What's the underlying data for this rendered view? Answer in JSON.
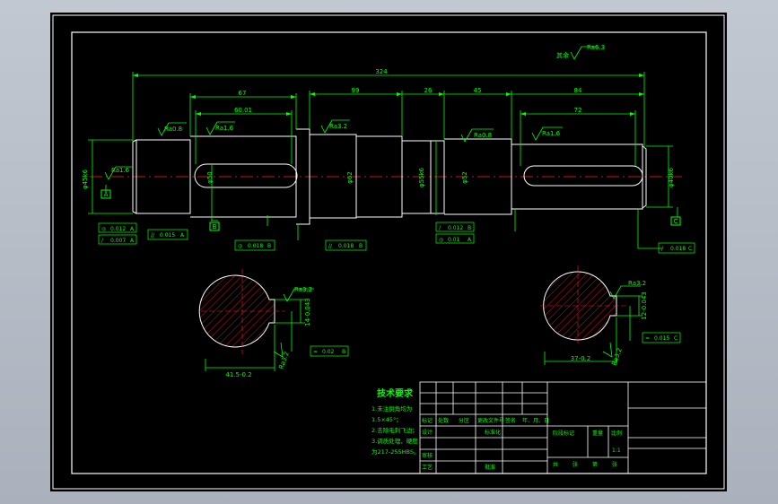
{
  "colors": {
    "background": "#000000",
    "frame": "#ffffff",
    "dimension": "#00ff00",
    "centerline": "#ff2020",
    "outline": "#ffffff"
  },
  "dims": {
    "overall": "324",
    "d67": "67",
    "d60": "60.01",
    "d99": "99",
    "d26": "26",
    "d45": "45",
    "d84": "84",
    "d72": "72",
    "left_dia": "φ45k6",
    "mid_dia_a": "φ50",
    "mid_dia_b": "φ62",
    "mid_dia_c": "φ55k6",
    "mid_dia_d": "φ52",
    "right_dia": "φ40k6",
    "sec_left_w": "41.5-0.2",
    "sec_left_h": "14-0.043",
    "sec_right_w": "37-0.2",
    "sec_right_h": "12-0.043"
  },
  "roughness": {
    "general": "Ra6.3",
    "prefix": "其余",
    "r1": "Ra0.8",
    "r2": "Ra1.6",
    "r3": "Ra3.2",
    "r4": "Ra0.8",
    "r5": "Ra1.6",
    "r6": "Ra1.6",
    "r7": "Ra3.2",
    "r8": "Ra3.2",
    "r9": "Ra3.2",
    "r10": "Ra3.2"
  },
  "datums": {
    "a": "A",
    "b": "B",
    "c": "C"
  },
  "tolerances": {
    "left1": [
      "◎",
      "0.012",
      "A"
    ],
    "left2": [
      "/",
      "0.007",
      "A"
    ],
    "key_left": [
      "//",
      "0.015",
      "A"
    ],
    "mid": [
      "◎",
      "0.018",
      "B"
    ],
    "mid2": [
      "/",
      "0.012",
      "B"
    ],
    "mid_key": [
      "//",
      "0.018",
      "B"
    ],
    "right": [
      "◎",
      "0.01",
      "A"
    ],
    "right_key": [
      "/",
      "0.018",
      "C"
    ],
    "sec_left": [
      "=",
      "0.02",
      "B"
    ],
    "sec_right": [
      "=",
      "0.015",
      "C"
    ]
  },
  "notes": {
    "title": "技术要求",
    "items": [
      "1.未注倒角均为",
      "1.5×45°；",
      "2.去除毛刺飞边；",
      "3.调质处理，硬度",
      "为217-255HBS。"
    ]
  },
  "titleblock": {
    "h1": "标记",
    "h2": "处数",
    "h3": "分区",
    "h4": "更改文件号",
    "h5": "签名",
    "h6": "年、月、日",
    "r1": "设计",
    "r2": "标准化",
    "r3": "审核",
    "r4": "工艺",
    "r5": "批准",
    "s1": "阶段标记",
    "s2": "重量",
    "s3": "比例",
    "scale": "1:1",
    "sheet": "共",
    "sheet2": "张",
    "sheet3": "第",
    "sheet4": "张"
  }
}
